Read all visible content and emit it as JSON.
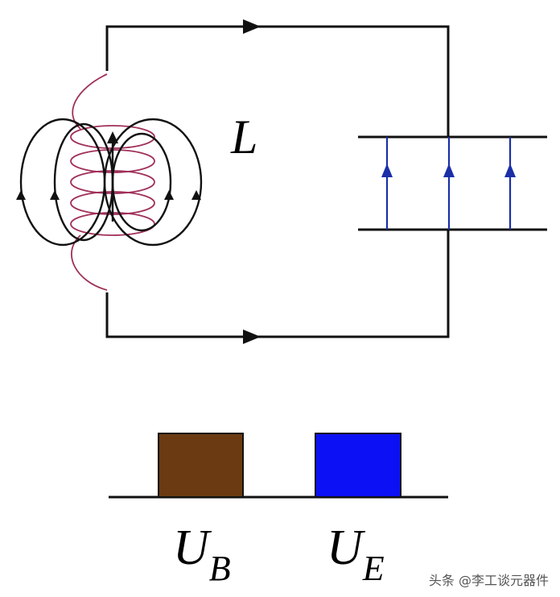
{
  "labels": {
    "inductor": "L",
    "energy_b": {
      "main": "U",
      "sub": "B"
    },
    "energy_e": {
      "main": "U",
      "sub": "E"
    }
  },
  "colors": {
    "wire": "#111111",
    "coil": "#a0305a",
    "capacitor_field": "#1a2fa8",
    "energy_b_fill": "#6b3a12",
    "energy_e_fill": "#0b10f5"
  },
  "energy_levels": {
    "U_B": 1.0,
    "U_E": 1.0
  },
  "watermark": "头条 @李工谈元器件"
}
